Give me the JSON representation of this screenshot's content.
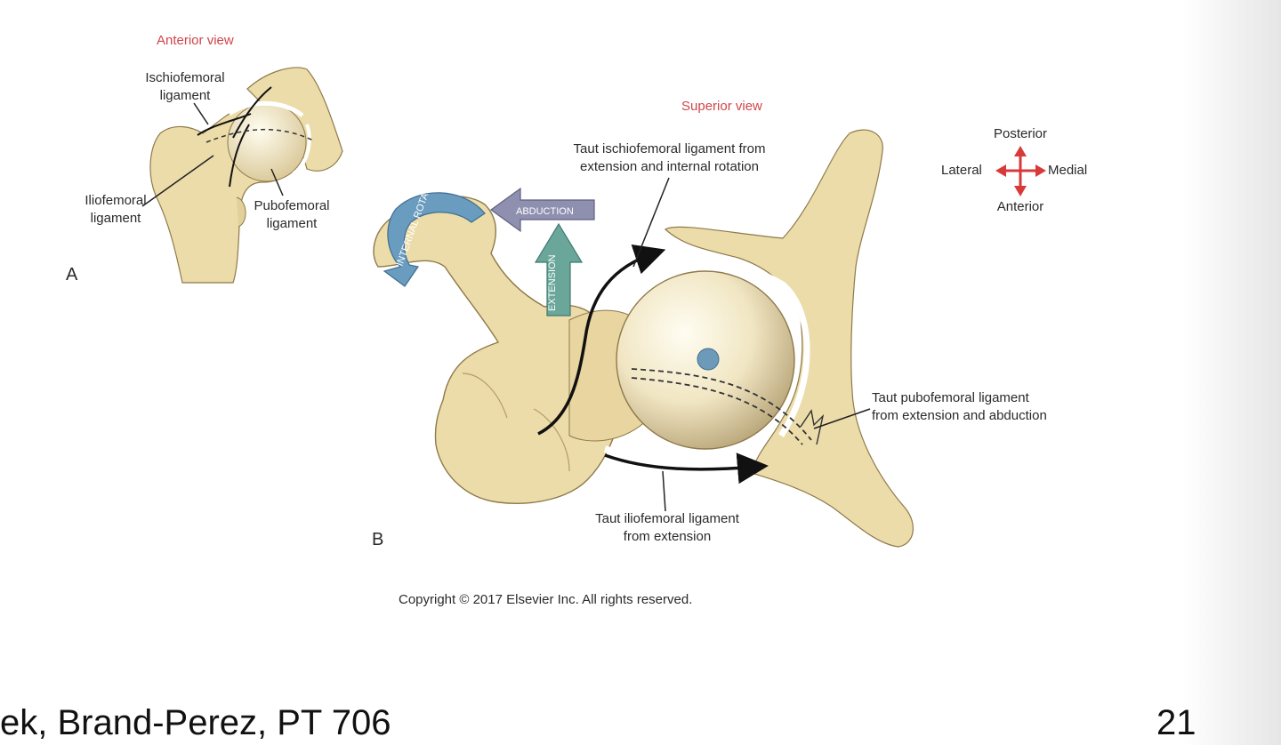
{
  "figure": {
    "panel_a": {
      "view_title": "Anterior view",
      "letter": "A",
      "labels": {
        "ischiofemoral": [
          "Ischiofemoral",
          "ligament"
        ],
        "iliofemoral": [
          "Iliofemoral",
          "ligament"
        ],
        "pubofemoral": [
          "Pubofemoral",
          "ligament"
        ]
      }
    },
    "panel_b": {
      "view_title": "Superior view",
      "letter": "B",
      "labels": {
        "ischiofemoral": [
          "Taut ischiofemoral ligament from",
          "extension and internal rotation"
        ],
        "pubofemoral": [
          "Taut pubofemoral ligament",
          "from extension and abduction"
        ],
        "iliofemoral": [
          "Taut iliofemoral ligament",
          "from extension"
        ]
      },
      "arrows": {
        "internal_rotation": "INTERNAL ROTATION",
        "abduction": "ABDUCTION",
        "extension": "EXTENSION"
      }
    },
    "compass": {
      "posterior": "Posterior",
      "lateral": "Lateral",
      "medial": "Medial",
      "anterior": "Anterior",
      "color": "#d83a3a"
    },
    "copyright": "Copyright © 2017 Elsevier Inc. All rights reserved."
  },
  "footer": {
    "left_text": "ek, Brand-Perez, PT 706",
    "page_number": "21"
  },
  "colors": {
    "bone": "#ecdcaa",
    "bone_outline": "#8f7a4a",
    "femoral_head": "#f4ecd0",
    "arrow_blue": "#6a9cc0",
    "arrow_purple": "#8f8fb0",
    "arrow_teal": "#6aa69a",
    "view_title": "#d0454a"
  }
}
